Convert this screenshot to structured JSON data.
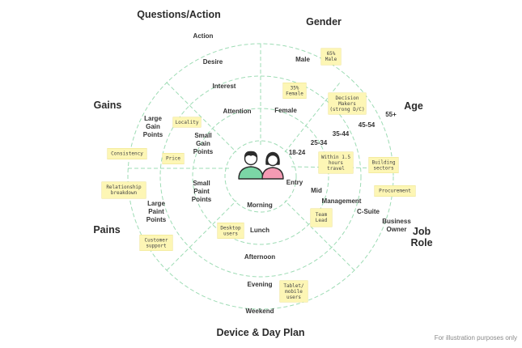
{
  "sections": {
    "questions_action": "Questions/Action",
    "gender": "Gender",
    "age": "Age",
    "job_role": "Job\nRole",
    "device_day_plan": "Device & Day Plan",
    "pains": "Pains",
    "gains": "Gains"
  },
  "ring_labels": {
    "questions": [
      "Action",
      "Desire",
      "Interest",
      "Attention"
    ],
    "gender": [
      "Male",
      "Female"
    ],
    "age": [
      "55+",
      "45-54",
      "35-44",
      "25-34",
      "18-24"
    ],
    "job_role": [
      "Business\nOwner",
      "C-Suite",
      "Management",
      "Mid",
      "Entry"
    ],
    "device_day": [
      "Weekend",
      "Evening",
      "Afternoon",
      "Lunch",
      "Morning"
    ],
    "pains": [
      "Large\nPaint\nPoints",
      "Small\nPaint\nPoints"
    ],
    "gains": [
      "Large\nGain\nPoints",
      "Small\nGain\nPoints"
    ]
  },
  "notes": [
    "65%\nMale",
    "35%\nFemale",
    "Decision\nMakers\n(strong D/C)",
    "Within 1.5\nhours\ntravel",
    "Building\nsectors",
    "Procurement",
    "Team\nLead",
    "Locality",
    "Consistency",
    "Price",
    "Relationship\nbreakdown",
    "Customer\nsupport",
    "Desktop\nusers",
    "Tablet/\nmobile\nusers"
  ],
  "footer": "For illustration purposes only",
  "colors": {
    "rings": "#9edcb5",
    "note_bg": "#fdf6b5",
    "person_male": "#3fbf7f",
    "person_female": "#e86a8e"
  },
  "icons": [
    "male-person-icon",
    "female-person-icon"
  ]
}
